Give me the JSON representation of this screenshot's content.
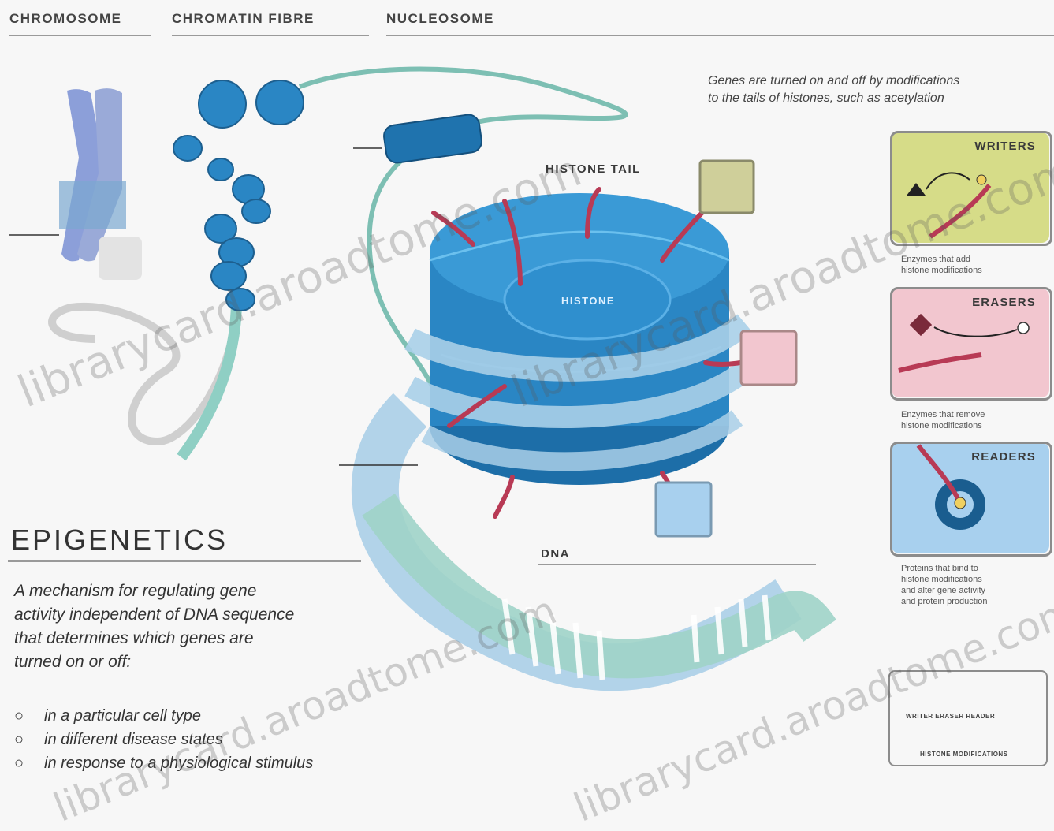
{
  "headers": {
    "chromosome": "CHROMOSOME",
    "chromatin": "CHROMATIN FIBRE",
    "nucleosome": "NUCLEOSOME"
  },
  "labels": {
    "histone_tail": "HISTONE TAIL",
    "histone": "HISTONE",
    "dna": "DNA"
  },
  "note": {
    "line1": "Genes are turned on and off by modifications",
    "line2": "to the tails of histones, such as acetylation"
  },
  "panels": {
    "writers": {
      "title": "WRITERS",
      "desc1": "Enzymes that add",
      "desc2": "histone modifications"
    },
    "erasers": {
      "title": "ERASERS",
      "desc1": "Enzymes that remove",
      "desc2": "histone modifications"
    },
    "readers": {
      "title": "READERS",
      "desc1": "Proteins that bind to",
      "desc2": "histone modifications",
      "desc3": "and alter gene activity",
      "desc4": "and protein production"
    }
  },
  "epigenetics": {
    "title": "EPIGENETICS",
    "desc": "A mechanism for regulating gene activity independent of DNA sequence that determines which genes are turned on or off:",
    "bullets": [
      "in a particular cell type",
      "in different disease states",
      "in response to a physiological stimulus"
    ]
  },
  "key": {
    "groups": "WRITER  ERASER  READER",
    "histone_mod": "HISTONE MODIFICATIONS"
  },
  "watermarks": [
    "librarycard.aroadtome.com",
    "librarycard.aroadtome.com",
    "librarycard.aroadtome.com",
    "librarycard.aroadtome.com"
  ],
  "colors": {
    "histone_blue": "#2a86c4",
    "dna_teal": "#9fd3c8",
    "tail_red": "#b83a55",
    "writers_bg": "#d6dc88",
    "erasers_bg": "#f2c6cf",
    "readers_bg": "#a8d0ee"
  }
}
